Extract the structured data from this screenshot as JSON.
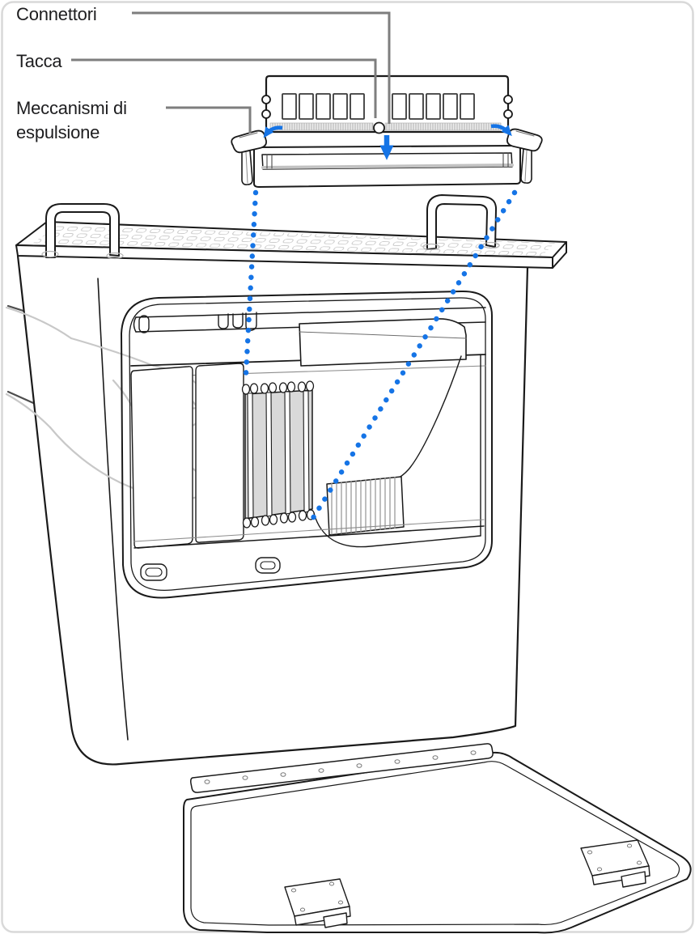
{
  "figure": {
    "language": "it",
    "kind": "hardware-installation-illustration"
  },
  "callouts": {
    "connectors": {
      "label": "Connettori",
      "points_to": "dimm-edge-connectors"
    },
    "notch": {
      "label": "Tacca",
      "points_to": "dimm-key-notch"
    },
    "ejection": {
      "line1": "Meccanismi di",
      "line2": "espulsione",
      "points_to": "slot-ejector-levers"
    }
  },
  "illustration": {
    "parts": [
      "dimm-memory-module",
      "memory-slot-with-ejectors",
      "mac-pro-tower-on-side",
      "top-grille-with-handles",
      "internal-dimm-slots",
      "heatsink-fins",
      "ghost-hand",
      "removed-side-access-panel"
    ],
    "icons": [
      "insert-down-arrow-icon",
      "ejector-open-left-arrow-icon",
      "ejector-open-right-arrow-icon",
      "slot-location-dotted-leader-left",
      "slot-location-dotted-leader-right"
    ]
  },
  "colors": {
    "blue": "#1574e6",
    "callout": "#7e7e7e",
    "ink": "#1a1a1a",
    "ghost": "#c8c8c8",
    "panelgray": "#d9d9d9",
    "border": "#d9d9d9"
  }
}
